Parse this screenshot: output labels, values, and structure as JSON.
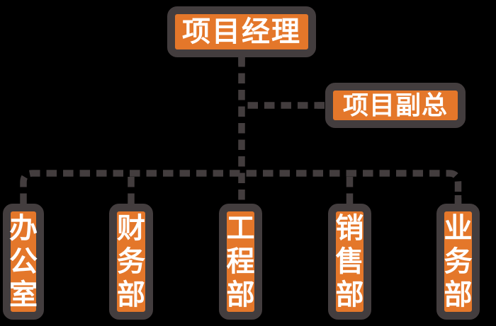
{
  "diagram": {
    "type": "org-chart",
    "root": {
      "label": "项目经理"
    },
    "assistant": {
      "label": "项目副总"
    },
    "departments": [
      {
        "label": "办公室"
      },
      {
        "label": "财务部"
      },
      {
        "label": "工程部"
      },
      {
        "label": "销售部"
      },
      {
        "label": "业务部"
      }
    ],
    "colors": {
      "background": "#000000",
      "node_fill": "#E4772A",
      "node_border": "#433D3E",
      "connector": "#433D3E",
      "text": "#FFFFFF"
    }
  }
}
